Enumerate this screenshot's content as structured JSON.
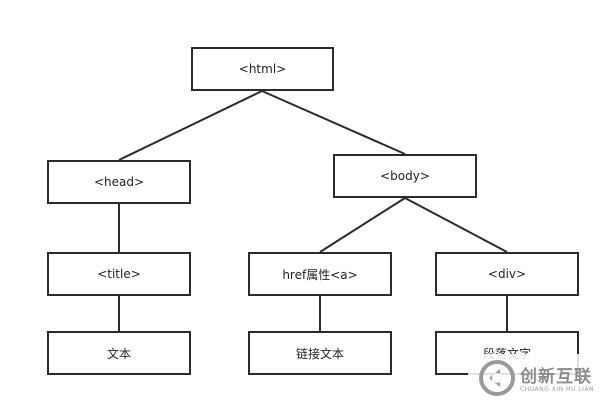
{
  "nodes": {
    "html": "<html>",
    "head": "<head>",
    "body": "<body>",
    "title": "<title>",
    "anchor": "href属性<a>",
    "div": "<div>",
    "title_text": "文本",
    "link_text": "链接文本",
    "paragraph_text": "段落文字"
  },
  "watermark": {
    "name_cn": "创新互联",
    "name_en": "CHUANG XIN HU LIAN"
  },
  "colors": {
    "line": "#2b2b2b",
    "watermark": "#8c8c8c"
  }
}
